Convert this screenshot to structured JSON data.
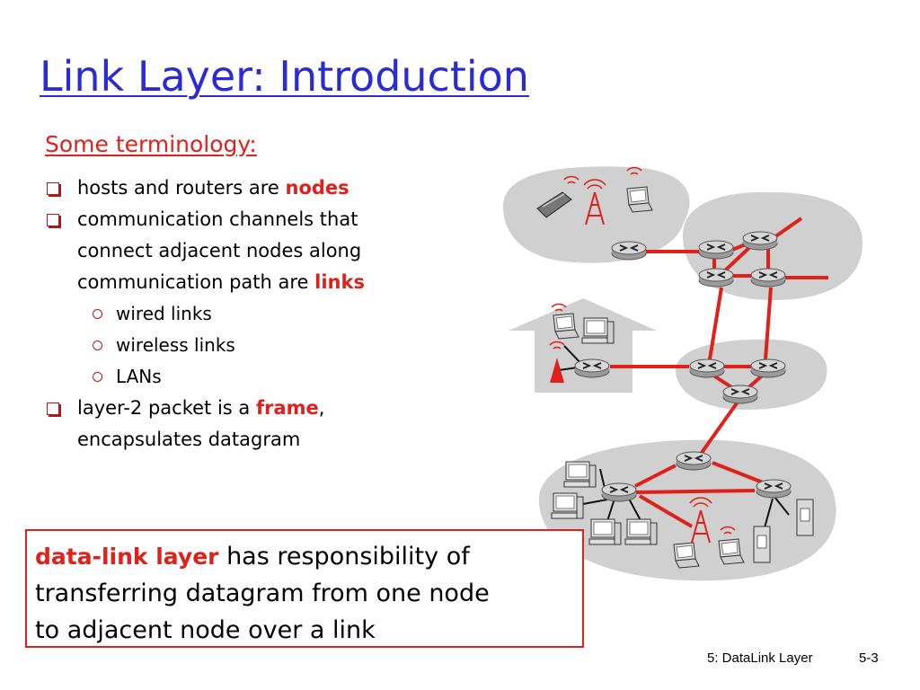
{
  "slide": {
    "title": "Link Layer: Introduction",
    "subtitle": "Some terminology:",
    "bullets": {
      "b1_text": "hosts and routers are ",
      "b1_highlight": "nodes",
      "b2_line1": "communication channels that",
      "b2_line2": "connect adjacent nodes along",
      "b2_line3": "communication path are ",
      "b2_highlight": "links",
      "sub1": "wired links",
      "sub2": "wireless links",
      "sub3": "LANs",
      "b3_text": "layer-2 packet is a ",
      "b3_highlight": "frame",
      "b3_comma": ",",
      "b3_line2": "encapsulates datagram"
    },
    "callout": {
      "highlight": "data-link layer",
      "line1": " has responsibility of",
      "line2": "transferring datagram from one node",
      "line3": "to adjacent node over a link"
    },
    "footer": {
      "chapter": "5: DataLink Layer",
      "page": "5-3"
    }
  },
  "colors": {
    "title": "#2b2bd6",
    "accent": "#e0201a",
    "bullet": "#b3161a",
    "cloud": "#d0d0d0",
    "router": "#b4b4b4"
  }
}
